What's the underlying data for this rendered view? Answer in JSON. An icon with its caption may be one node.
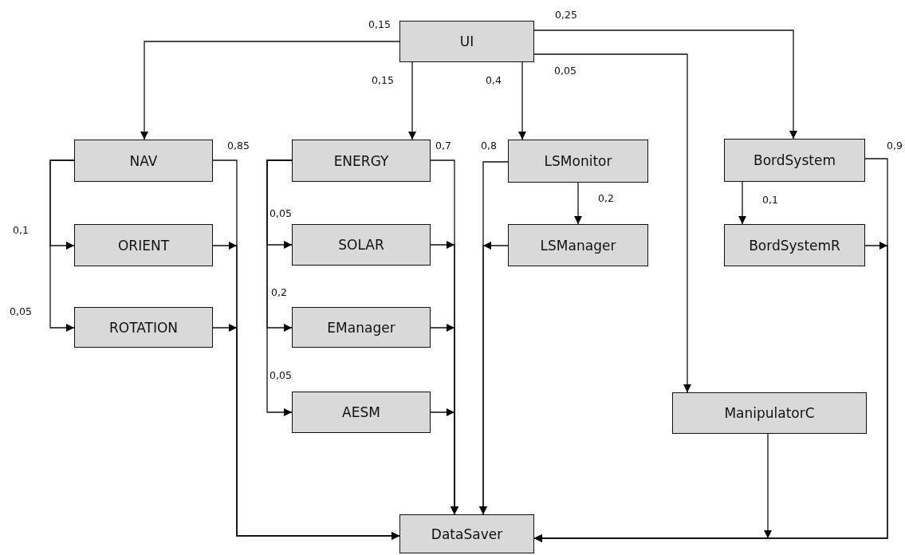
{
  "diagram": {
    "nodes": [
      {
        "text": [
          "UI"
        ]
      },
      {
        "text": [
          "NAV"
        ]
      },
      {
        "text": [
          "ENERGY"
        ]
      },
      {
        "text": [
          "LSMonitor"
        ]
      },
      {
        "text": [
          "BordSystem"
        ]
      },
      {
        "text": [
          "ORIENT"
        ]
      },
      {
        "text": [
          "SOLAR"
        ]
      },
      {
        "text": [
          "LSManager"
        ]
      },
      {
        "text": [
          "BordSystemR"
        ]
      },
      {
        "text": [
          "ROTATION"
        ]
      },
      {
        "text": [
          "EManager"
        ]
      },
      {
        "text": [
          "AESM"
        ]
      },
      {
        "text": [
          "ManipulatorC"
        ]
      },
      {
        "text": [
          "DataSaver"
        ]
      }
    ],
    "edges": [
      {
        "from": 0,
        "to": 1,
        "arrow": "to",
        "label": "0,15"
      },
      {
        "from": 0,
        "to": 2,
        "arrow": "to",
        "label": "0,15"
      },
      {
        "from": 0,
        "to": 3,
        "arrow": "to",
        "label": "0,4"
      },
      {
        "from": 0,
        "to": 4,
        "arrow": "to",
        "label": "0,25"
      },
      {
        "from": 0,
        "to": 12,
        "arrow": "to",
        "label": "0,05"
      },
      {
        "from": 1,
        "to": 5,
        "arrow": "to",
        "label": "0,1"
      },
      {
        "from": 1,
        "to": 9,
        "arrow": "to",
        "label": "0,05"
      },
      {
        "from": 1,
        "to": 13,
        "arrow": "to",
        "label": "0,85"
      },
      {
        "from": 5,
        "to": 13,
        "arrow": "to"
      },
      {
        "from": 9,
        "to": 13,
        "arrow": "to"
      },
      {
        "from": 2,
        "to": 6,
        "arrow": "to",
        "label": "0,05"
      },
      {
        "from": 2,
        "to": 10,
        "arrow": "to",
        "label": "0,2"
      },
      {
        "from": 2,
        "to": 11,
        "arrow": "to",
        "label": "0,05"
      },
      {
        "from": 2,
        "to": 13,
        "arrow": "to",
        "label": "0,7"
      },
      {
        "from": 6,
        "to": 13,
        "arrow": "to"
      },
      {
        "from": 10,
        "to": 13,
        "arrow": "to"
      },
      {
        "from": 11,
        "to": 13,
        "arrow": "to"
      },
      {
        "from": 3,
        "to": 7,
        "arrow": "to",
        "label": "0,2"
      },
      {
        "from": 3,
        "to": 13,
        "arrow": "to",
        "label": "0,8"
      },
      {
        "from": 7,
        "to": 13,
        "arrow": "to"
      },
      {
        "from": 4,
        "to": 8,
        "arrow": "to",
        "label": "0,1"
      },
      {
        "from": 4,
        "to": 13,
        "arrow": "to",
        "label": "0,9"
      },
      {
        "from": 8,
        "to": 13,
        "arrow": "to"
      },
      {
        "from": 12,
        "to": 13,
        "arrow": "to"
      }
    ]
  }
}
